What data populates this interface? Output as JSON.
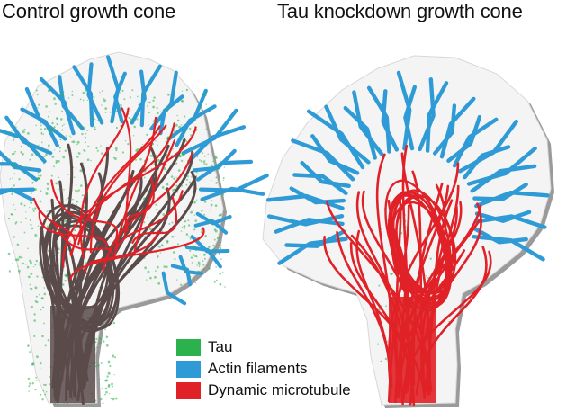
{
  "panels": [
    {
      "title": "Control growth cone"
    },
    {
      "title": "Tau knockdown growth cone"
    }
  ],
  "legend": [
    {
      "label": "Tau",
      "color": "#2bb24c"
    },
    {
      "label": "Actin filaments",
      "color": "#2f9bd6"
    },
    {
      "label": "Dynamic microtubule",
      "color": "#e02127"
    }
  ],
  "colors": {
    "membrane_shadow": "#9a9a9a",
    "membrane": "#f4f4f4",
    "stable_microtubule": "#5a4a4a",
    "tau_dots": "#2bb24c"
  }
}
